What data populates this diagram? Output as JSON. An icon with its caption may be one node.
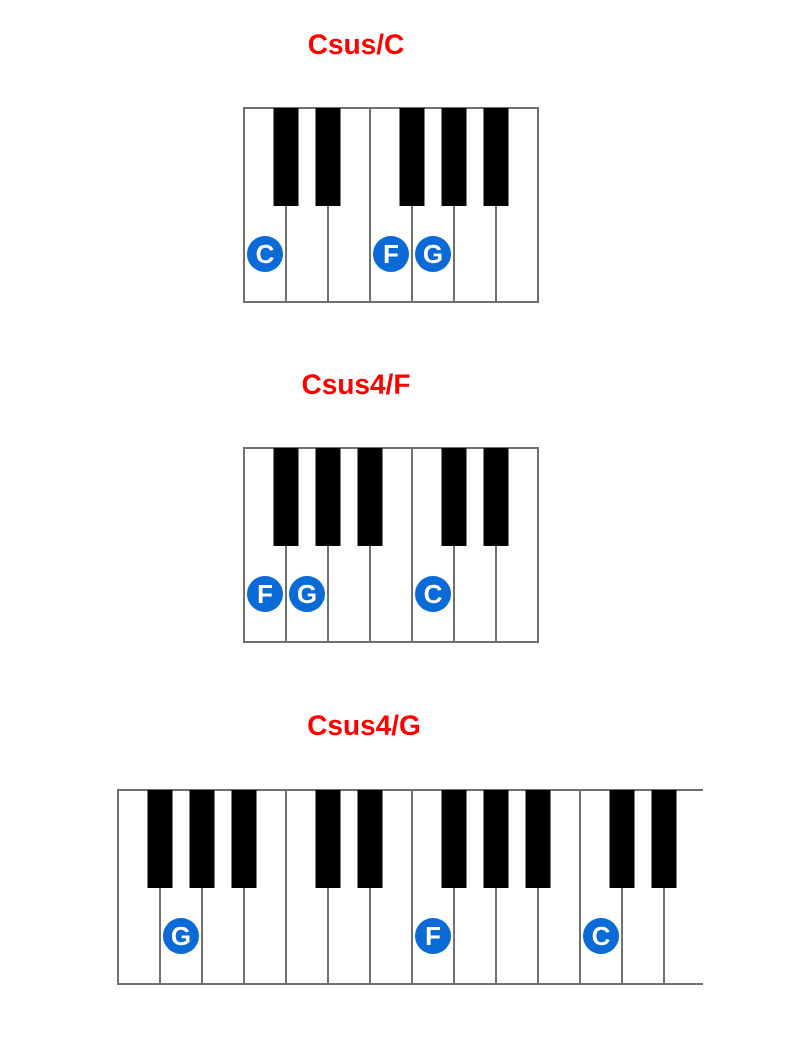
{
  "diagram": {
    "nodes": [
      {
        "text": [
          "Csus/C"
        ]
      },
      {
        "text": [
          "C"
        ],
        "in": 0
      },
      {
        "text": [
          "F"
        ],
        "in": 0
      },
      {
        "text": [
          "G"
        ],
        "in": 0
      },
      {
        "text": [
          "Csus4/F"
        ]
      },
      {
        "text": [
          "F"
        ],
        "in": 4
      },
      {
        "text": [
          "G"
        ],
        "in": 4
      },
      {
        "text": [
          "C"
        ],
        "in": 4
      },
      {
        "text": [
          "Csus4/G"
        ]
      },
      {
        "text": [
          "G"
        ],
        "in": 8
      },
      {
        "text": [
          "F"
        ],
        "in": 8
      },
      {
        "text": [
          "C"
        ],
        "in": 8
      }
    ]
  }
}
